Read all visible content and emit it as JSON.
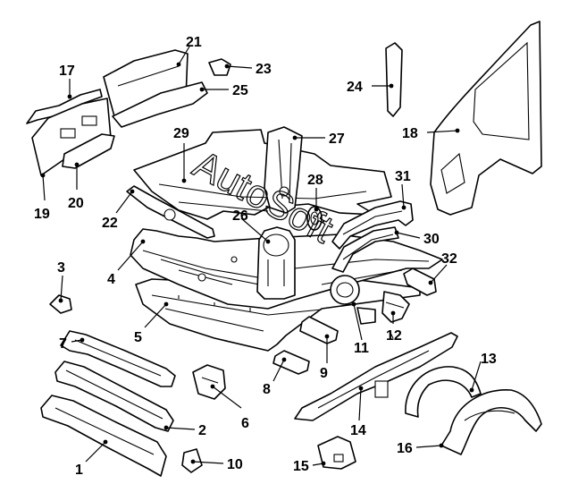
{
  "watermark": "AutoSoft",
  "callouts": [
    "1",
    "2",
    "3",
    "4",
    "5",
    "7",
    "8",
    "9",
    "10",
    "11",
    "12",
    "13",
    "14",
    "15",
    "16",
    "17",
    "18",
    "19",
    "20",
    "21",
    "22",
    "23",
    "24",
    "25",
    "26",
    "27",
    "28",
    "29",
    "30",
    "31",
    "32",
    "6"
  ]
}
